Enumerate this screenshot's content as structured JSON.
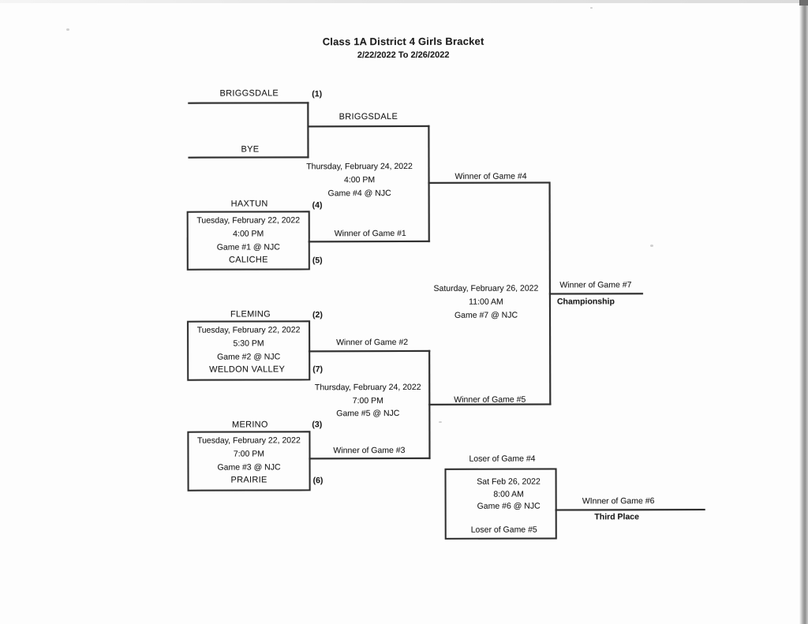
{
  "header": {
    "title": "Class 1A District 4 Girls Bracket",
    "date_range": "2/22/2022 To 2/26/2022"
  },
  "round1": {
    "briggsdale": {
      "name": "BRIGGSDALE",
      "seed": "(1)"
    },
    "bye": {
      "name": "BYE"
    },
    "haxtun": {
      "name": "HAXTUN",
      "seed": "(4)"
    },
    "caliche": {
      "name": "CALICHE",
      "seed": "(5)"
    },
    "fleming": {
      "name": "FLEMING",
      "seed": "(2)"
    },
    "weldon_valley": {
      "name": "WELDON VALLEY",
      "seed": "(7)"
    },
    "merino": {
      "name": "MERINO",
      "seed": "(3)"
    },
    "prairie": {
      "name": "PRAIRIE",
      "seed": "(6)"
    }
  },
  "games": {
    "game1": {
      "date": "Tuesday, February 22, 2022",
      "time": "4:00 PM",
      "location": "Game #1 @ NJC",
      "winner": "Winner of Game #1"
    },
    "game2": {
      "date": "Tuesday, February 22, 2022",
      "time": "5:30 PM",
      "location": "Game #2 @ NJC",
      "winner": "Winner of Game #2"
    },
    "game3": {
      "date": "Tuesday, February 22, 2022",
      "time": "7:00 PM",
      "location": "Game #3 @ NJC",
      "winner": "Winner of Game #3"
    },
    "game4": {
      "advancer": "BRIGGSDALE",
      "date": "Thursday, February 24, 2022",
      "time": "4:00 PM",
      "location": "Game #4 @ NJC",
      "winner": "Winner of Game #4",
      "loser": "Loser of Game #4"
    },
    "game5": {
      "date": "Thursday, February 24, 2022",
      "time": "7:00 PM",
      "location": "Game #5 @ NJC",
      "winner": "Winner of Game #5",
      "loser": "Loser of Game #5"
    },
    "game6": {
      "date": "Sat Feb 26, 2022",
      "time": "8:00 AM",
      "location": "Game #6 @ NJC",
      "winner": "WInner of Game #6",
      "title": "Third Place"
    },
    "game7": {
      "date": "Saturday, February 26, 2022",
      "time": "11:00 AM",
      "location": "Game #7 @ NJC",
      "winner": "Winner of Game #7",
      "title": "Championship"
    }
  }
}
